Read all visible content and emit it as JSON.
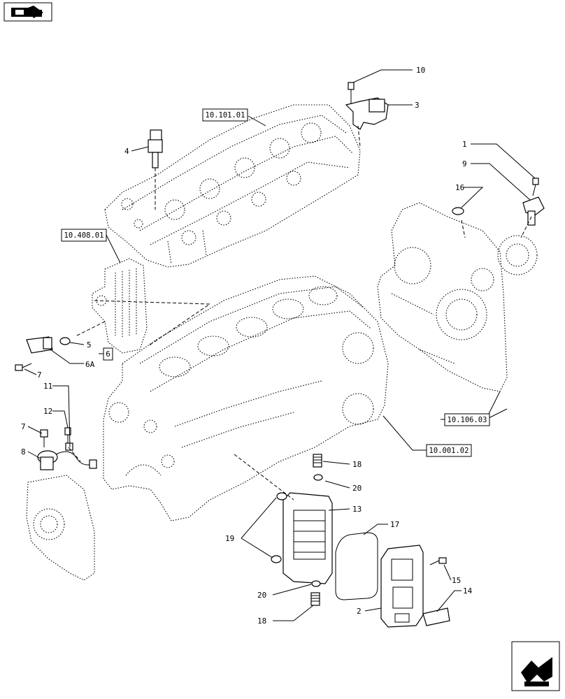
{
  "references": {
    "r_10_101_01": "10.101.01",
    "r_10_408_01": "10.408.01",
    "r_10_106_03": "10.106.03",
    "r_10_001_02": "10.001.02"
  },
  "callouts": {
    "c1": "1",
    "c2": "2",
    "c3": "3",
    "c4": "4",
    "c5": "5",
    "c6": "6",
    "c6a": "6A",
    "c7a": "7",
    "c7b": "7",
    "c8": "8",
    "c9": "9",
    "c10": "10",
    "c11": "11",
    "c12": "12",
    "c13": "13",
    "c14": "14",
    "c15": "15",
    "c16": "16",
    "c17": "17",
    "c18a": "18",
    "c18b": "18",
    "c19": "19",
    "c20a": "20",
    "c20b": "20"
  },
  "icons": {
    "top_left": "book-arrow-icon",
    "bottom_right": "next-page-arrow-icon"
  }
}
